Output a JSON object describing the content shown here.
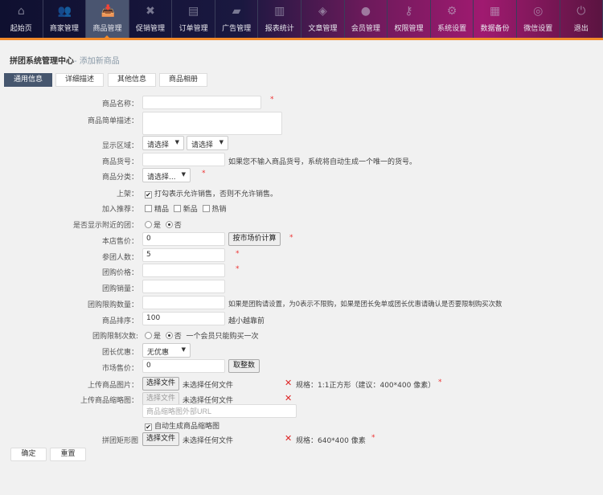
{
  "nav": [
    {
      "label": "起始页",
      "icon": "home-icon",
      "glyph": "⌂"
    },
    {
      "label": "商家管理",
      "icon": "users-icon",
      "glyph": "👥"
    },
    {
      "label": "商品管理",
      "icon": "inbox-icon",
      "glyph": "📥",
      "active": true
    },
    {
      "label": "促销管理",
      "icon": "percent-icon",
      "glyph": "✖"
    },
    {
      "label": "订单管理",
      "icon": "document-icon",
      "glyph": "▤"
    },
    {
      "label": "广告管理",
      "icon": "ad-icon",
      "glyph": "▰"
    },
    {
      "label": "报表统计",
      "icon": "bar-chart-icon",
      "glyph": "▥"
    },
    {
      "label": "文章管理",
      "icon": "layers-icon",
      "glyph": "◈"
    },
    {
      "label": "会员管理",
      "icon": "user-icon",
      "glyph": "●"
    },
    {
      "label": "权限管理",
      "icon": "key-icon",
      "glyph": "⚷"
    },
    {
      "label": "系统设置",
      "icon": "gear-icon",
      "glyph": "⚙"
    },
    {
      "label": "数据备份",
      "icon": "database-icon",
      "glyph": "▦"
    },
    {
      "label": "微信设置",
      "icon": "wechat-icon",
      "glyph": "◎"
    },
    {
      "label": "退出",
      "icon": "power-icon",
      "glyph": "⏻"
    }
  ],
  "breadcrumb": {
    "main": "拼团系统管理中心",
    "sub": "- 添加新商品"
  },
  "tabs": [
    "通用信息",
    "详细描述",
    "其他信息",
    "商品相册"
  ],
  "form": {
    "name": {
      "label": "商品名称：",
      "value": ""
    },
    "brief": {
      "label": "商品简单描述：",
      "value": ""
    },
    "area": {
      "label": "显示区域：",
      "select1": "请选择",
      "select2": "请选择"
    },
    "sn": {
      "label": "商品货号：",
      "value": "",
      "hint": "如果您不输入商品货号，系统将自动生成一个唯一的货号。"
    },
    "category": {
      "label": "商品分类：",
      "value": "请选择..."
    },
    "onsale": {
      "label": "上架：",
      "checked": true,
      "hint": "打勾表示允许销售，否则不允许销售。"
    },
    "recommend": {
      "label": "加入推荐：",
      "options": [
        "精品",
        "新品",
        "热销"
      ]
    },
    "nearby": {
      "label": "是否显示附近的团：",
      "yes": "是",
      "no": "否",
      "value": "否"
    },
    "shop_price": {
      "label": "本店售价：",
      "value": "0",
      "button": "按市场价计算"
    },
    "group_num": {
      "label": "参团人数：",
      "value": "5"
    },
    "group_price": {
      "label": "团购价格：",
      "value": ""
    },
    "group_sales": {
      "label": "团购销量：",
      "value": ""
    },
    "limit_num": {
      "label": "团购限购数量：",
      "value": "",
      "hint": "如果是团购请设置，为0表示不限购，如果是团长免单或团长优惠请确认是否要限制购买次数"
    },
    "sort": {
      "label": "商品排序：",
      "value": "100",
      "hint": "越小越靠前"
    },
    "limit_times": {
      "label": "团购限制次数:",
      "yes": "是",
      "no": "否",
      "value": "否",
      "hint": "一个会员只能购买一次"
    },
    "leader": {
      "label": "团长优惠：",
      "value": "无优惠"
    },
    "market_price": {
      "label": "市场售价：",
      "value": "0",
      "button": "取整数"
    },
    "image": {
      "label": "上传商品图片：",
      "button": "选择文件",
      "status": "未选择任何文件",
      "spec": "规格：1:1正方形（建议：400*400 像素）"
    },
    "thumb": {
      "label": "上传商品缩略图：",
      "button": "选择文件",
      "status": "未选择任何文件",
      "url_placeholder": "商品缩略图外部URL",
      "auto": "自动生成商品缩略图"
    },
    "rect": {
      "label": "拼团矩形图",
      "button": "选择文件",
      "status": "未选择任何文件",
      "spec": "规格：640*400 像素"
    },
    "required": "*"
  },
  "actions": {
    "ok": "确定",
    "reset": "重置"
  }
}
